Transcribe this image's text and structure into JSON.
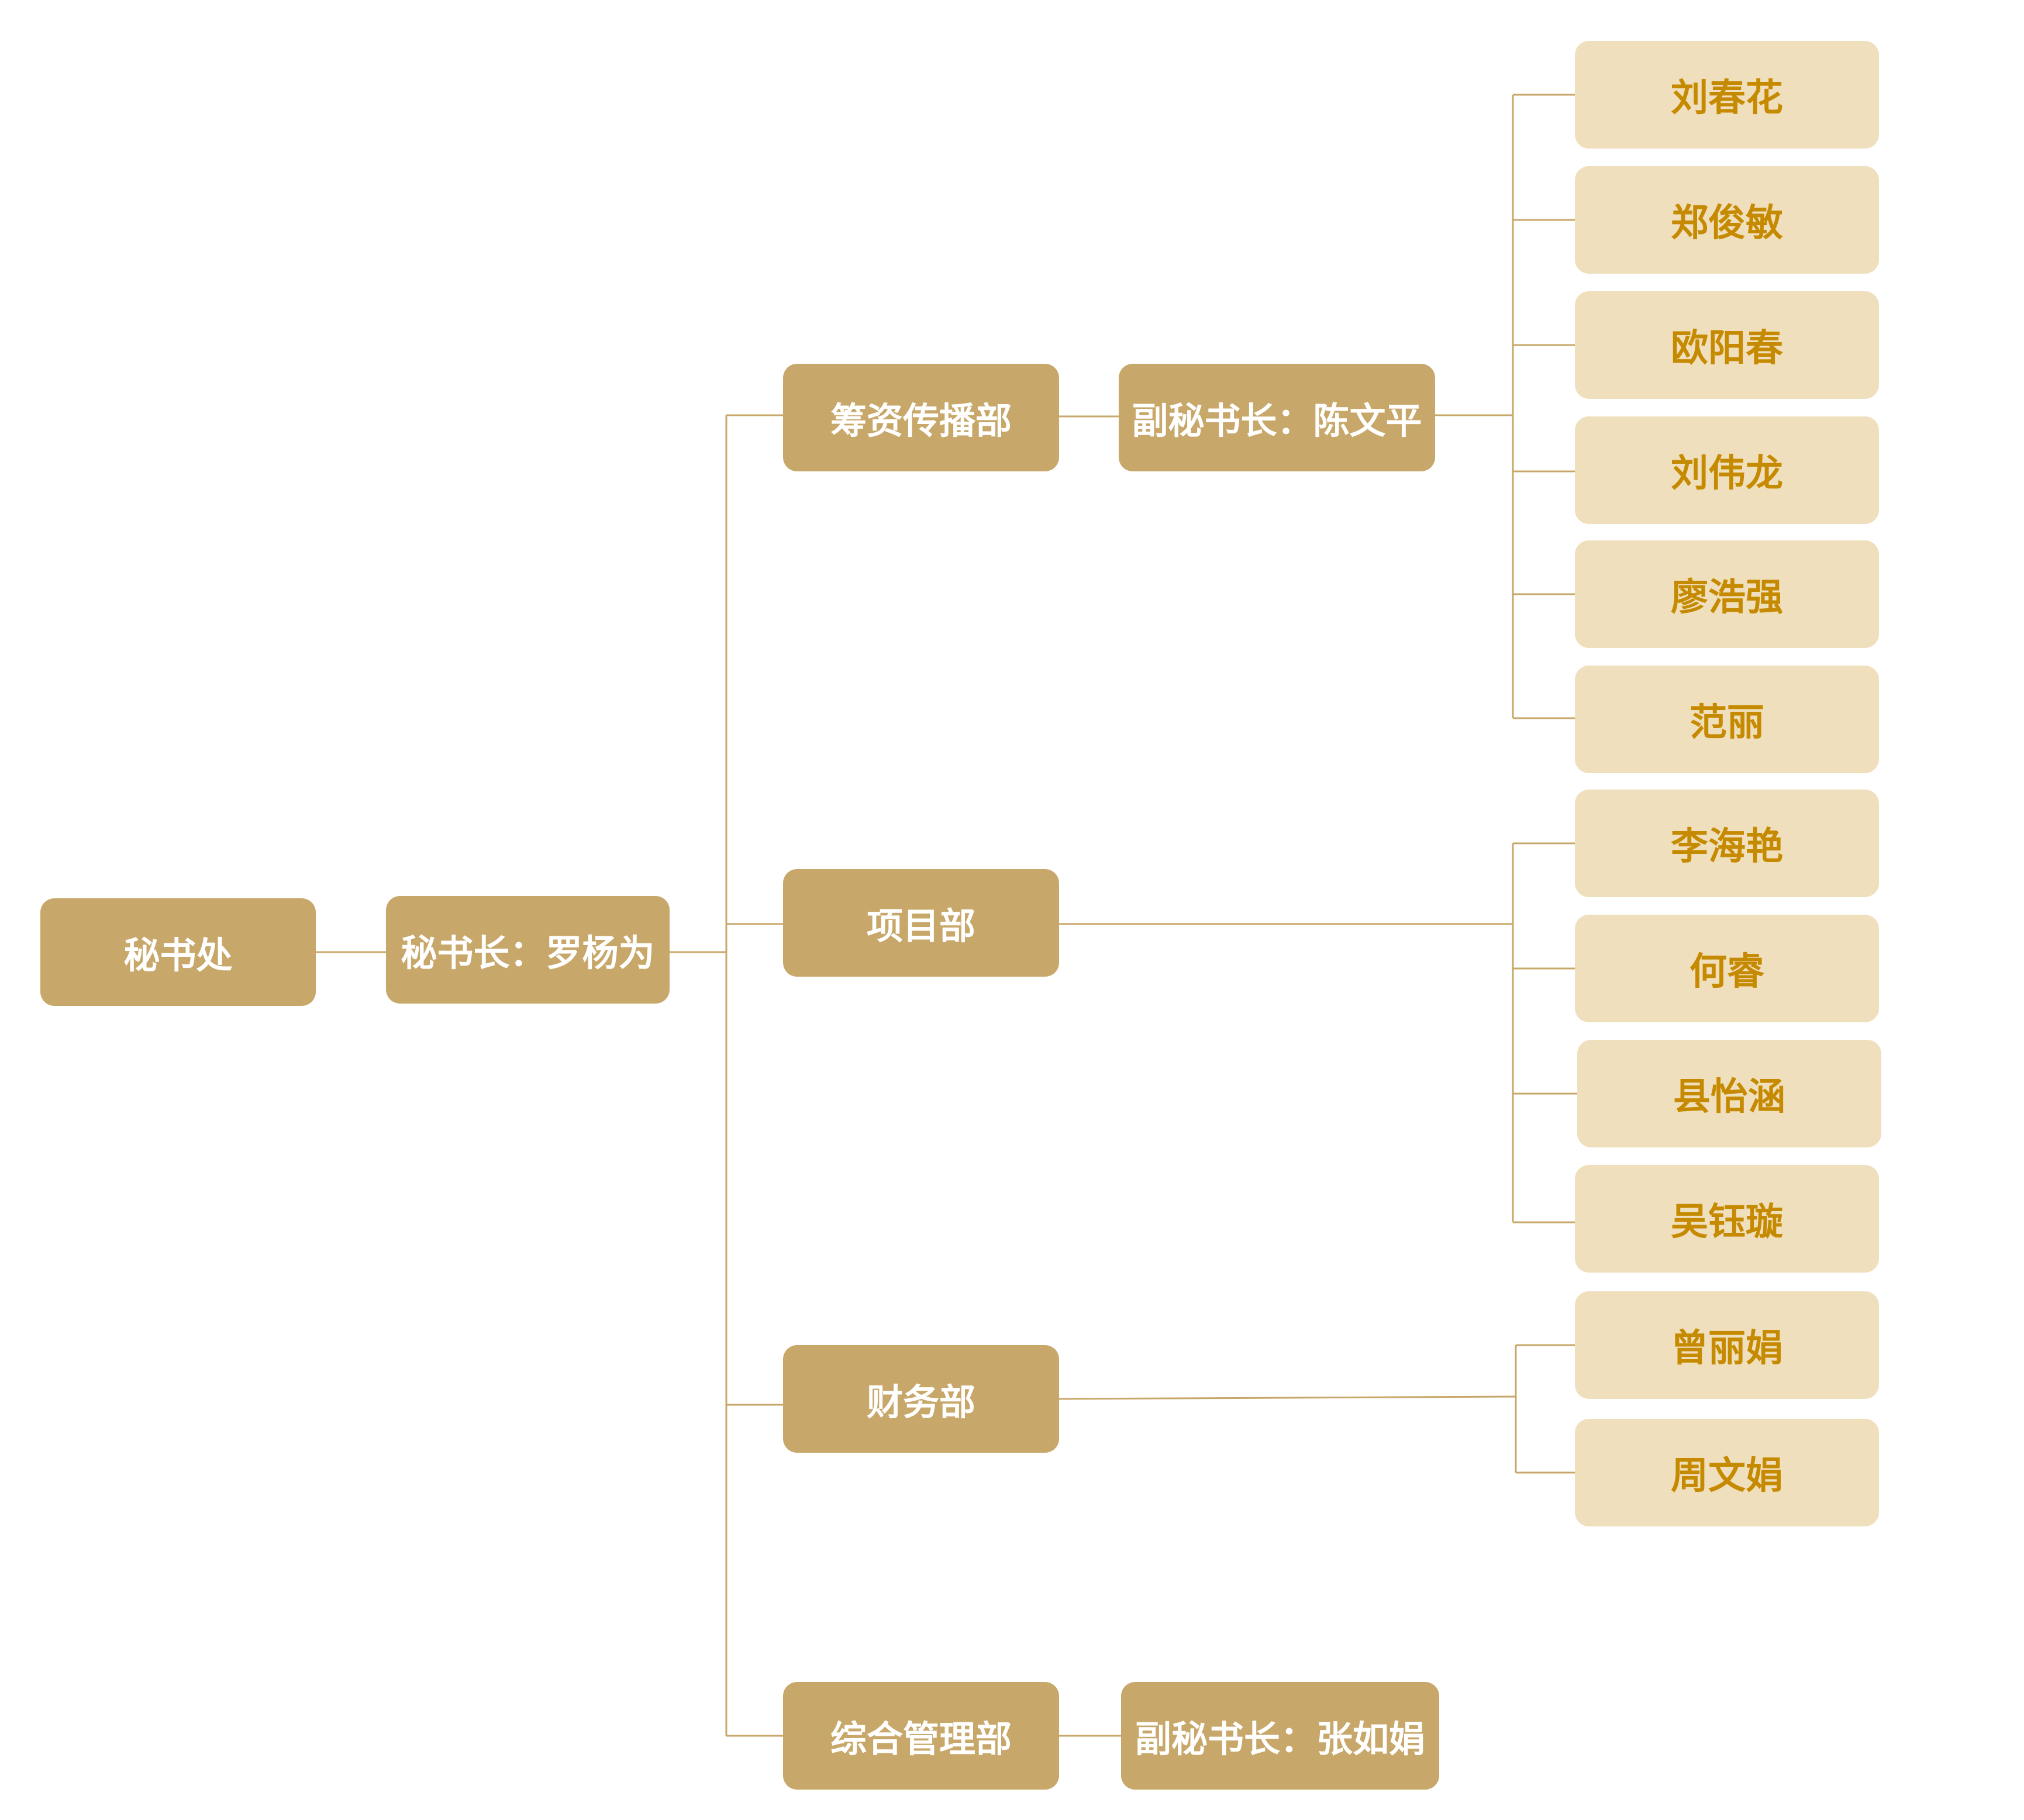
{
  "root": {
    "label": "秘书处"
  },
  "secretary_general": {
    "label": "秘书长：罗杨为"
  },
  "departments": [
    {
      "label": "筹资传播部",
      "deputy": "副秘书长：陈文平",
      "staff": [
        "刘春花",
        "郑俊敏",
        "欧阳春",
        "刘伟龙",
        "廖浩强",
        "范丽"
      ]
    },
    {
      "label": "项目部",
      "staff": [
        "李海艳",
        "何睿",
        "县怡涵",
        "吴钰璇"
      ]
    },
    {
      "label": "财务部",
      "staff": [
        "曾丽娟",
        "周文娟"
      ]
    },
    {
      "label": "综合管理部",
      "deputy": "副秘书长：张如娟"
    }
  ],
  "colors": {
    "dark_node": "#c8a86a",
    "light_node": "#f0dfbd",
    "light_text": "#c58a00",
    "connector": "#c8a86a"
  }
}
